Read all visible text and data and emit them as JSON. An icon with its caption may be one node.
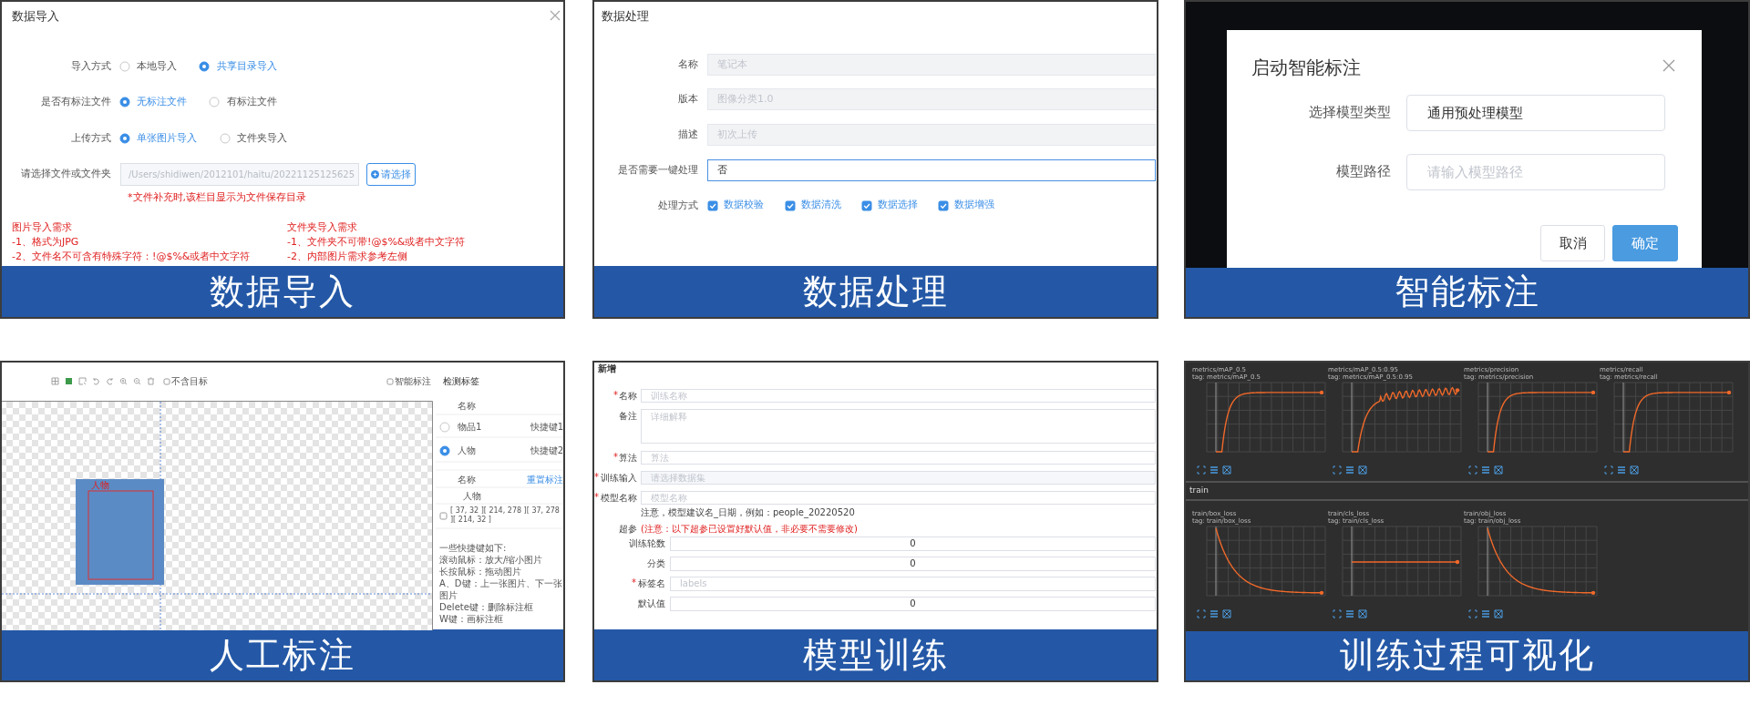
{
  "diagram": {
    "nodes": [
      {
        "text": [
          "数据导入"
        ]
      },
      {
        "text": [
          "数据处理"
        ]
      },
      {
        "text": [
          "智能标注"
        ]
      },
      {
        "text": [
          "人工标注"
        ]
      },
      {
        "text": [
          "模型训练"
        ]
      },
      {
        "text": [
          "训练过程可视化"
        ]
      }
    ],
    "labels": [
      "数据导入",
      "导入方式",
      "本地导入",
      "共享目录导入",
      "是否有标注文件",
      "无标注文件",
      "有标注文件",
      "上传方式",
      "单张图片导入",
      "文件夹导入",
      "请选择文件或文件夹",
      "/Users/shidiwen/2012101/haitu/20221125125625",
      "请选择",
      "*文件补充时,该栏目显示为文件保存目录",
      "图片导入需求",
      "-1、格式为JPG",
      "-2、文件名不可含有特殊字符：!@$%&或者中文字符",
      "文件夹导入需求",
      "-1、文件夹不可带!@$%&或者中文字符",
      "-2、内部图片需求参考左侧",
      "数据处理",
      "名称",
      "笔记本",
      "版本",
      "图像分类1.0",
      "描述",
      "初次上传",
      "是否需要一键处理",
      "否",
      "处理方式",
      "数据校验",
      "数据清洗",
      "数据选择",
      "数据增强",
      "启动智能标注",
      "选择模型类型",
      "通用预处理模型",
      "模型路径",
      "请输入模型路径",
      "取消",
      "确定",
      "不含目标",
      "智能标注",
      "人物",
      "检测标签",
      "名称",
      "物品1",
      "快捷键1",
      "人物",
      "快捷键2",
      "名称",
      "重置标注",
      "人物",
      "[ 37, 32 ][ 214, 278 ][ 37, 278 ][ 214, 32 ]",
      "一些快捷键如下:",
      "滚动鼠标：放大/缩小图片",
      "长按鼠标：拖动图片",
      "A、D键：上一张图片、下一张图片",
      "Delete键：删除标注框",
      "W键：画标注框",
      "新增",
      "*",
      "名称",
      "训练名称",
      "备注",
      "详细解释",
      "*",
      "算法",
      "算法",
      "*",
      "训练输入",
      "请选择数据集",
      "*",
      "模型名称",
      "模型名称",
      "注意，模型建议名_日期，例如：people_20220520",
      "超参",
      "(注意：以下超参已设置好默认值，非必要不需要修改)",
      "训练轮数",
      "0",
      "分类",
      "0",
      "*",
      "标签名",
      "labels",
      "默认值",
      "0",
      "metrics/mAP_0.5",
      "tag: metrics/mAP_0.5",
      "metrics/mAP_0.5:0.95",
      "tag: metrics/mAP_0.5:0.95",
      "metrics/precision",
      "tag: metrics/precision",
      "metrics/recall",
      "tag: metrics/recall",
      "train",
      "train/box_loss",
      "tag: train/box_loss",
      "train/cls_loss",
      "tag: train/cls_loss",
      "train/obj_loss",
      "tag: train/obj_loss"
    ]
  }
}
